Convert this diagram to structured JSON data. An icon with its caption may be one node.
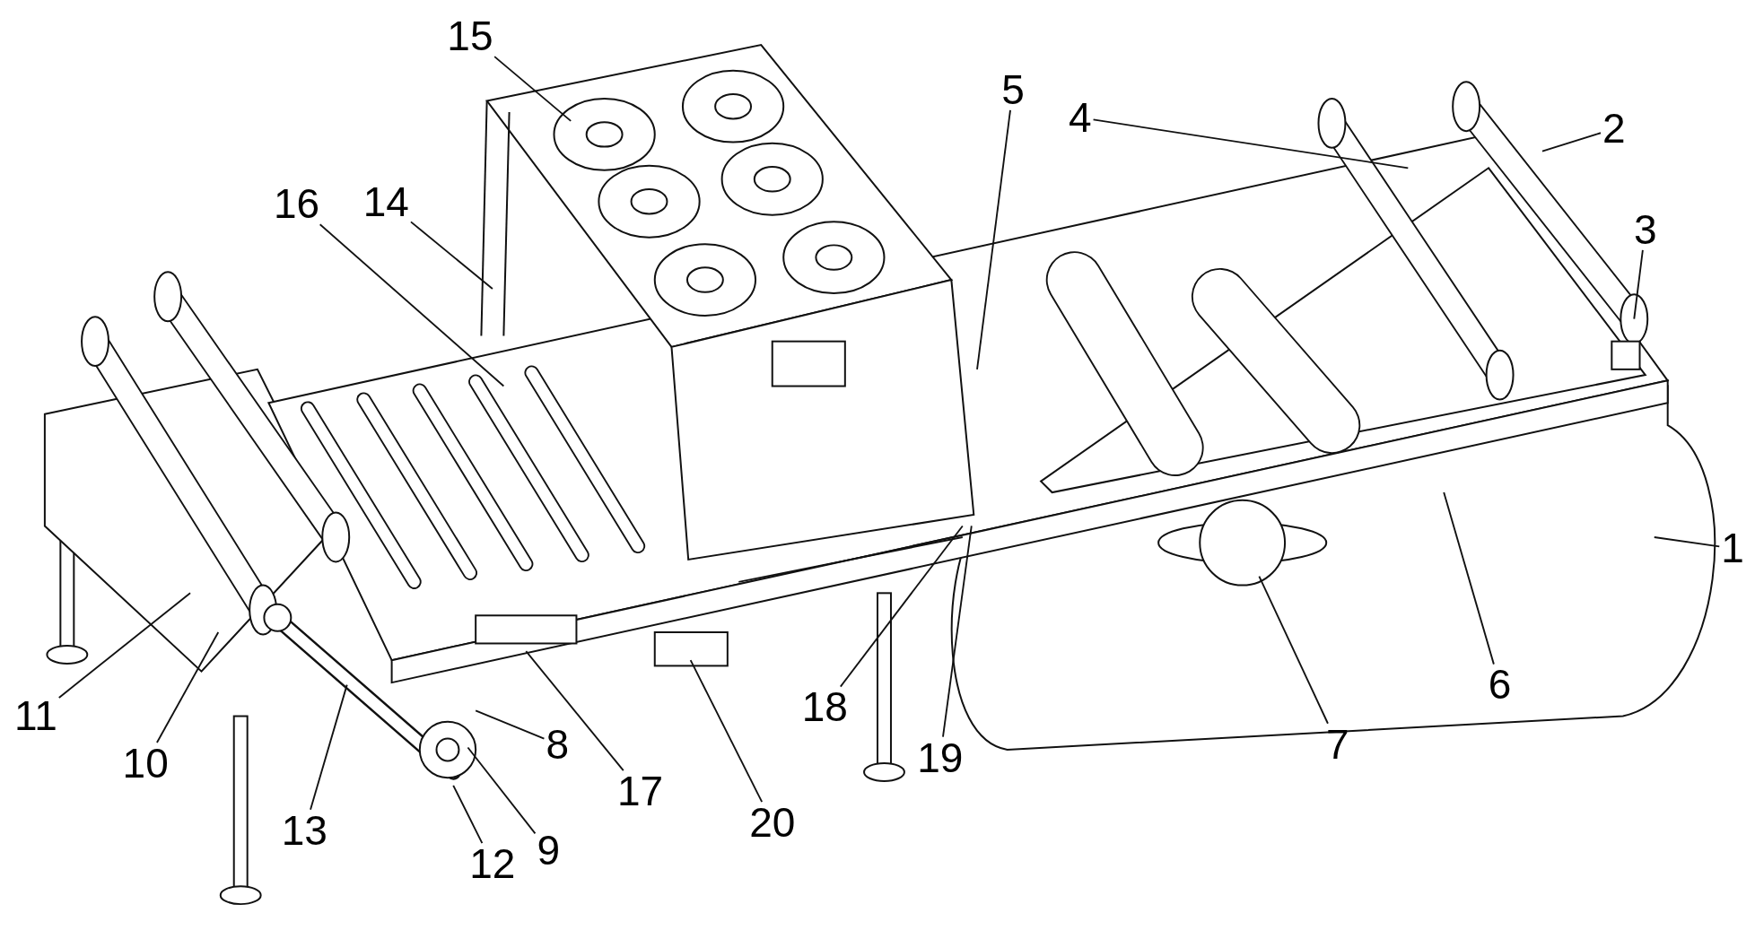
{
  "diagram": {
    "nodes": [
      {
        "text": [
          "1"
        ]
      },
      {
        "text": [
          "2"
        ]
      },
      {
        "text": [
          "3"
        ]
      },
      {
        "text": [
          "4"
        ]
      },
      {
        "text": [
          "5"
        ]
      },
      {
        "text": [
          "6"
        ]
      },
      {
        "text": [
          "7"
        ]
      },
      {
        "text": [
          "8"
        ]
      },
      {
        "text": [
          "9"
        ]
      },
      {
        "text": [
          "10"
        ]
      },
      {
        "text": [
          "11"
        ]
      },
      {
        "text": [
          "12"
        ]
      },
      {
        "text": [
          "13"
        ]
      },
      {
        "text": [
          "14"
        ]
      },
      {
        "text": [
          "15"
        ]
      },
      {
        "text": [
          "16"
        ]
      },
      {
        "text": [
          "17"
        ]
      },
      {
        "text": [
          "18"
        ]
      },
      {
        "text": [
          "19"
        ]
      },
      {
        "text": [
          "20"
        ]
      }
    ],
    "edges": [
      {
        "from": 0,
        "to": null,
        "arrow": "none"
      },
      {
        "from": 1,
        "to": null,
        "arrow": "none"
      },
      {
        "from": 2,
        "to": null,
        "arrow": "none"
      },
      {
        "from": 3,
        "to": null,
        "arrow": "none"
      },
      {
        "from": 4,
        "to": null,
        "arrow": "none"
      },
      {
        "from": 5,
        "to": null,
        "arrow": "none"
      },
      {
        "from": 6,
        "to": null,
        "arrow": "none"
      },
      {
        "from": 7,
        "to": null,
        "arrow": "none"
      },
      {
        "from": 8,
        "to": null,
        "arrow": "none"
      },
      {
        "from": 9,
        "to": null,
        "arrow": "none"
      },
      {
        "from": 10,
        "to": null,
        "arrow": "none"
      },
      {
        "from": 11,
        "to": null,
        "arrow": "none"
      },
      {
        "from": 12,
        "to": null,
        "arrow": "none"
      },
      {
        "from": 13,
        "to": null,
        "arrow": "none"
      },
      {
        "from": 14,
        "to": null,
        "arrow": "none"
      },
      {
        "from": 15,
        "to": null,
        "arrow": "none"
      },
      {
        "from": 16,
        "to": null,
        "arrow": "none"
      },
      {
        "from": 17,
        "to": null,
        "arrow": "none"
      },
      {
        "from": 18,
        "to": null,
        "arrow": "none"
      },
      {
        "from": 19,
        "to": null,
        "arrow": "none"
      }
    ]
  }
}
